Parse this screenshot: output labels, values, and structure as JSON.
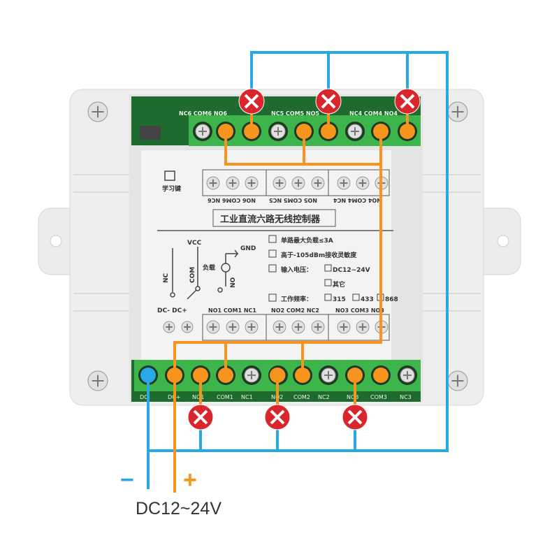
{
  "title": "工业直流六路无线控制器",
  "learn_button_label": "学习键",
  "pcb_top_labels": [
    "NC6 COM6 NO6",
    "NC5 COM5 NO5",
    "NC4 COM4 NO4"
  ],
  "pcb_bottom_labels": [
    "DC-",
    "DC+",
    "NO1",
    "COM1",
    "NC1",
    "NO2",
    "COM2",
    "NC2",
    "NO3",
    "COM3",
    "NC3"
  ],
  "panel_top_labels": [
    "NO6 COM6 NC6",
    "NO5 COM5 NC5",
    "NO4 COM4 NC4"
  ],
  "panel_bottom_labels": [
    "DC- DC+",
    "NO1 COM1 NC1",
    "NO2 COM2 NC2",
    "NO3 COM3 NO3"
  ],
  "schematic": {
    "vcc": "VCC",
    "gnd": "GND",
    "nc": "NC",
    "com": "COM",
    "no": "NO",
    "load": "负载"
  },
  "specs": [
    "单路最大负载≤3A",
    "高于-105dBm接收灵敏度",
    "输入电压：",
    "工作频率："
  ],
  "voltage_options": [
    "DC12~24V",
    "其它"
  ],
  "frequency_options": [
    "315",
    "433",
    "868"
  ],
  "power_label": "DC12~24V",
  "minus_sign": "−",
  "plus_sign": "+",
  "colors": {
    "negative_wire": "#29a8e8",
    "positive_wire": "#f7941d",
    "load_marker": "#d9262c",
    "terminal": "#3db54a"
  }
}
